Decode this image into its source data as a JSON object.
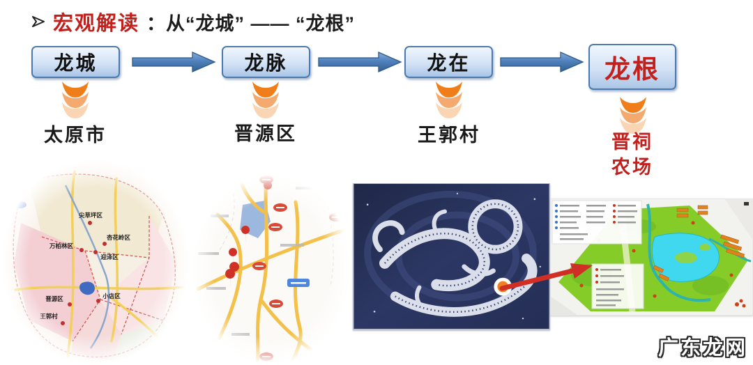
{
  "page": {
    "background": "#ffffff",
    "watermark_text": "广东龙网"
  },
  "title": {
    "bullet_icon": "arrowhead-right-icon",
    "highlight": "宏观解读",
    "rest": "：从“龙城” —— “龙根”",
    "highlight_color": "#c1201c"
  },
  "flow": {
    "box_border_color": "#4a79b0",
    "box_fill_top": "#eff6fe",
    "box_fill_bottom": "#a9c5e6",
    "arrow_color": "#4f81bd",
    "chevron_color": "#ef7d1a",
    "emphasis_color": "#c1201c",
    "steps": [
      {
        "box_label": "龙城",
        "place_label": "太原市"
      },
      {
        "box_label": "龙脉",
        "place_label": "晋源区"
      },
      {
        "box_label": "龙在",
        "place_label": "王郭村"
      },
      {
        "box_label": "龙根",
        "place_line1": "晋祠",
        "place_line2": "农场"
      }
    ]
  },
  "images": {
    "district_map": {
      "labels": [
        "尖草坪区",
        "杏花岭区",
        "万柏林区",
        "迎泽区",
        "晋源区",
        "小店区",
        "王郭村"
      ]
    },
    "dragon_aerial": {
      "marker_color": "#f08023"
    },
    "master_plan": {
      "arrow_color": "#cf2f25",
      "lake_color": "#40d8ee",
      "green_color": "#86cc28"
    }
  }
}
